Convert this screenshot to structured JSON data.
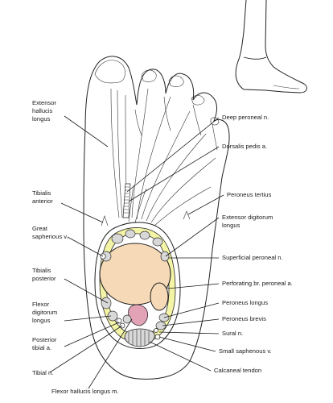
{
  "labels": {
    "extensor_hallucis_longus": [
      "Extensor",
      "hallucis",
      "longus"
    ],
    "tibialis_anterior": [
      "Tibialis",
      "anterior"
    ],
    "great_saphenous_v": [
      "Great",
      "saphenous v."
    ],
    "tibialis_posterior": [
      "Tibialis",
      "posterior"
    ],
    "flexor_digitorum_longus": [
      "Flexor",
      "digitorum",
      "longus"
    ],
    "posterior_tibial_a": [
      "Posterior",
      "tibial a."
    ],
    "tibial_n": "Tibial n.",
    "flexor_hallucis_longus_m": "Flexor hallucis longus m.",
    "deep_peroneal_n": "Deep peroneal n.",
    "dorsalis_pedis_a": "Dorsalis pedis a.",
    "peroneus_tertius": "Peroneus tertius",
    "extensor_digitorum_longus": [
      "Extensor digitorum",
      "longus"
    ],
    "superficial_peroneal_n": "Superficial peroneal n.",
    "perforating_br_peroneal_a": "Perforating br. peroneal a.",
    "peroneus_longus": "Peroneus longus",
    "peroneus_brevis": "Peroneus brevis",
    "sural_n": "Sural n.",
    "small_saphenous_v": "Small saphenous v.",
    "calcaneal_tendon": "Calcaneal tendon"
  },
  "colors": {
    "bone": "#f6d9b6",
    "fascia": "#f4f4a6",
    "vessel": "#e3a3b6",
    "tendon": "#d8d8d8",
    "ink": "#1a1a1a"
  }
}
